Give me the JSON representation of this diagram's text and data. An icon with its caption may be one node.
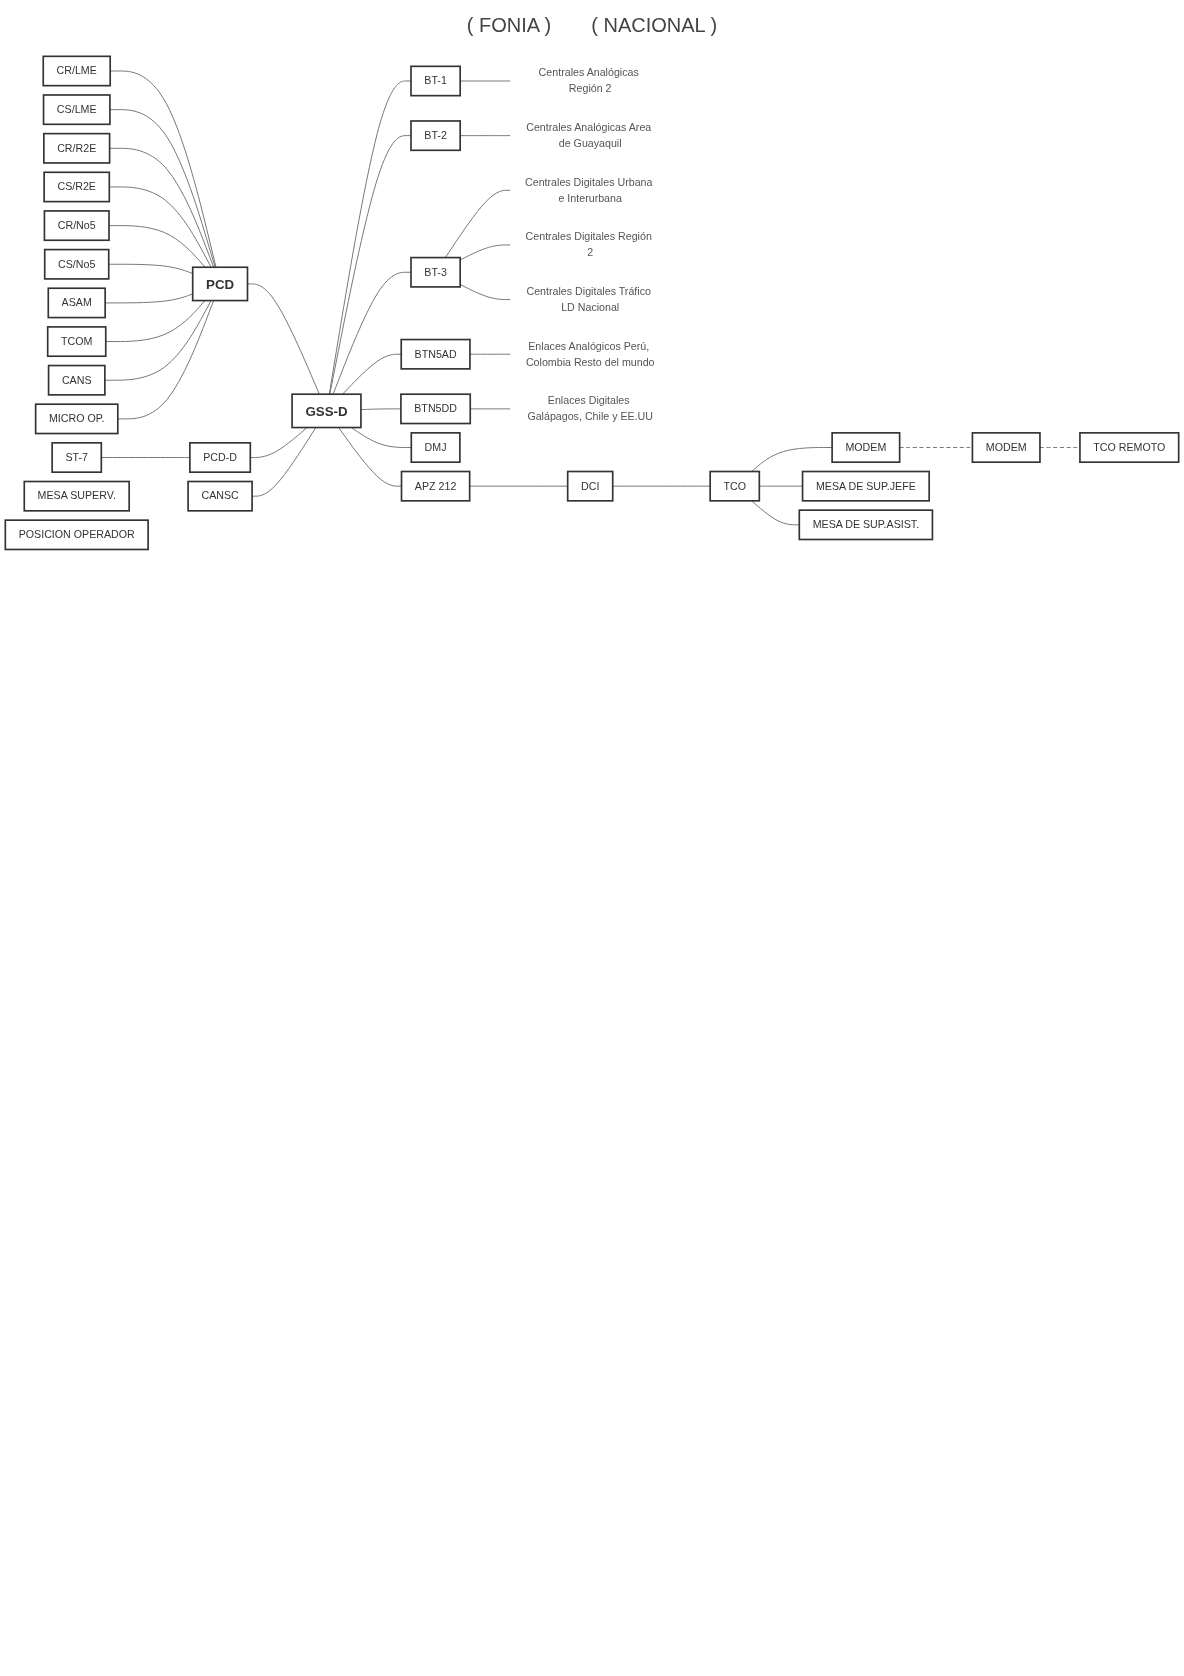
{
  "diagram": {
    "nodes": [
      {
        "text": [
          "PCD"
        ]
      },
      {
        "text": [
          "GSS-D"
        ]
      },
      {
        "text": [
          "CR/LME"
        ]
      },
      {
        "text": [
          "CS/LME"
        ]
      },
      {
        "text": [
          "CR/R2E"
        ]
      },
      {
        "text": [
          "CS/R2E"
        ]
      },
      {
        "text": [
          "CR/No5"
        ]
      },
      {
        "text": [
          "CS/No5"
        ]
      },
      {
        "text": [
          "ASAM"
        ]
      },
      {
        "text": [
          "TCOM"
        ]
      },
      {
        "text": [
          "CANS"
        ]
      },
      {
        "text": [
          "MICRO OP."
        ]
      },
      {
        "text": [
          "ST-7"
        ]
      },
      {
        "text": [
          "PCD-D"
        ]
      },
      {
        "text": [
          "CANSC"
        ]
      },
      {
        "text": [
          "BT-1"
        ]
      },
      {
        "text": [
          "Centrales Analógicas Región 2"
        ]
      },
      {
        "text": [
          "BT-2"
        ]
      },
      {
        "text": [
          "Centrales Analógicas Area de Guayaquil"
        ]
      },
      {
        "text": [
          "BT-3"
        ]
      },
      {
        "text": [
          "Centrales Digitales Urbana e Interurbana"
        ]
      },
      {
        "text": [
          "Centrales Digitales Región 2"
        ]
      },
      {
        "text": [
          "Centrales Digitales Tráfico LD Nacional"
        ]
      },
      {
        "text": [
          "BTN5AD"
        ]
      },
      {
        "text": [
          "Enlaces Analógicos Perú, Colombia Resto del mundo"
        ]
      },
      {
        "text": [
          "BTN5DD"
        ]
      },
      {
        "text": [
          "Enlaces Digitales Galápagos, Chile y EE.UU"
        ]
      },
      {
        "text": [
          "DMJ"
        ]
      },
      {
        "text": [
          "APZ 212"
        ]
      },
      {
        "text": [
          "DCI"
        ]
      },
      {
        "text": [
          "TCO"
        ]
      },
      {
        "text": [
          "MODEM"
        ]
      },
      {
        "text": [
          "MODEM"
        ]
      },
      {
        "text": [
          "TCO REMOTO"
        ]
      },
      {
        "text": [
          "MESA DE SUP.JEFE"
        ]
      },
      {
        "text": [
          "MESA DE SUP.ASIST."
        ]
      },
      {
        "text": [
          "MESA SUPERV."
        ]
      },
      {
        "text": [
          "POSICION OPERADOR"
        ]
      }
    ],
    "edges": [
      {
        "from": 2,
        "to": 0,
        "arrow": "none"
      },
      {
        "from": 3,
        "to": 0,
        "arrow": "none"
      },
      {
        "from": 4,
        "to": 0,
        "arrow": "none"
      },
      {
        "from": 5,
        "to": 0,
        "arrow": "none"
      },
      {
        "from": 6,
        "to": 0,
        "arrow": "none"
      },
      {
        "from": 7,
        "to": 0,
        "arrow": "none"
      },
      {
        "from": 8,
        "to": 0,
        "arrow": "none"
      },
      {
        "from": 9,
        "to": 0,
        "arrow": "none"
      },
      {
        "from": 10,
        "to": 0,
        "arrow": "none"
      },
      {
        "from": 11,
        "to": 0,
        "arrow": "none"
      },
      {
        "from": 0,
        "to": 1,
        "arrow": "none"
      },
      {
        "from": 12,
        "to": 13,
        "arrow": "none"
      },
      {
        "from": 13,
        "to": 1,
        "arrow": "none"
      },
      {
        "from": 14,
        "to": 1,
        "arrow": "none"
      },
      {
        "from": 1,
        "to": 15,
        "arrow": "none"
      },
      {
        "from": 15,
        "to": 16,
        "arrow": "none"
      },
      {
        "from": 1,
        "to": 17,
        "arrow": "none"
      },
      {
        "from": 17,
        "to": 18,
        "arrow": "none"
      },
      {
        "from": 1,
        "to": 19,
        "arrow": "none"
      },
      {
        "from": 19,
        "to": 20,
        "arrow": "none"
      },
      {
        "from": 19,
        "to": 21,
        "arrow": "none"
      },
      {
        "from": 19,
        "to": 22,
        "arrow": "none"
      },
      {
        "from": 1,
        "to": 23,
        "arrow": "none"
      },
      {
        "from": 23,
        "to": 24,
        "arrow": "none"
      },
      {
        "from": 1,
        "to": 25,
        "arrow": "none"
      },
      {
        "from": 25,
        "to": 26,
        "arrow": "none"
      },
      {
        "from": 1,
        "to": 27,
        "arrow": "none"
      },
      {
        "from": 1,
        "to": 28,
        "arrow": "none"
      },
      {
        "from": 28,
        "to": 29,
        "arrow": "none"
      },
      {
        "from": 29,
        "to": 30,
        "arrow": "none"
      },
      {
        "from": 30,
        "to": 31,
        "arrow": "none"
      },
      {
        "from": 31,
        "to": 32,
        "arrow": "none",
        "style": "dashed"
      },
      {
        "from": 32,
        "to": 33,
        "arrow": "none",
        "style": "dashed"
      },
      {
        "from": 30,
        "to": 34,
        "arrow": "none"
      },
      {
        "from": 30,
        "to": 35,
        "arrow": "none"
      }
    ],
    "labels": [
      "( FONIA )",
      "( NACIONAL )"
    ]
  }
}
